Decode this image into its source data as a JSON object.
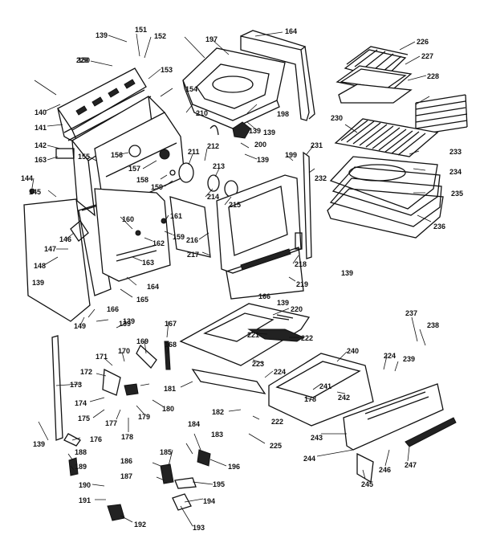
{
  "diagram": {
    "labels": [
      "139",
      "151",
      "152",
      "197",
      "164",
      "226",
      "227",
      "228",
      "229",
      "150",
      "153",
      "154",
      "210",
      "198",
      "139",
      "230",
      "233",
      "231",
      "234",
      "232",
      "235",
      "236",
      "140",
      "141",
      "142",
      "163",
      "155",
      "156",
      "157",
      "158",
      "159",
      "211",
      "212",
      "200",
      "213",
      "214",
      "215",
      "199",
      "139",
      "160",
      "161",
      "162",
      "159",
      "216",
      "217",
      "218",
      "219",
      "139",
      "144",
      "145",
      "146",
      "147",
      "148",
      "139",
      "163",
      "164",
      "165",
      "166",
      "139",
      "220",
      "221",
      "222",
      "223",
      "224",
      "166",
      "139",
      "149",
      "167",
      "168",
      "169",
      "170",
      "171",
      "172",
      "173",
      "174",
      "175",
      "176",
      "177",
      "178",
      "179",
      "180",
      "181",
      "182",
      "222",
      "225",
      "237",
      "238",
      "224",
      "239",
      "240",
      "241",
      "178",
      "242",
      "243",
      "244",
      "245",
      "246",
      "247",
      "183",
      "184",
      "185",
      "186",
      "187",
      "188",
      "189",
      "190",
      "191",
      "192",
      "193",
      "194",
      "195",
      "196",
      "139",
      "139",
      "139"
    ]
  }
}
